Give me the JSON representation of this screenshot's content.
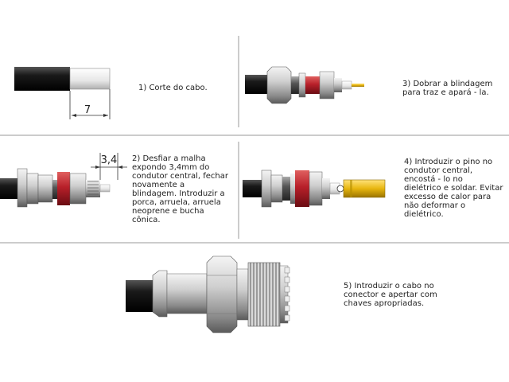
{
  "steps": [
    {
      "text": "1) Corte do cabo."
    },
    {
      "text": "2) Desfiar a malha\nexpondo 3,4mm do\ncondutor central, fechar\nnovamente a\nblindagem. Introduzir a\nporca, arruela, arruela\nneoprene e bucha\ncônica."
    },
    {
      "text": "3) Dobrar a blindagem\npara traz e apará - la."
    },
    {
      "text": "4) Introduzir o pino no\ncondutor central,\nencostá - lo no\ndielétrico e soldar. Evitar\nexcesso de calor para\nnão deformar o\ndielétrico."
    },
    {
      "text": "5) Introduzir o cabo no\nconector e apertar com\nchaves apropriadas."
    }
  ],
  "dimensions": {
    "cut_length": "7",
    "strip_length": "3,4"
  },
  "colors": {
    "cable": "#1a1a1a",
    "metal": "#c8c8c8",
    "red_part": "#c0282e",
    "gold_pin": "#e8b60f",
    "divider": "#999999"
  }
}
